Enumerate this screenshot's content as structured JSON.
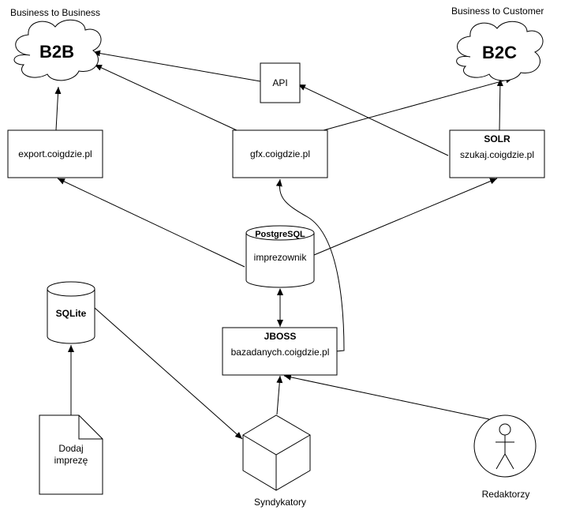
{
  "diagram": {
    "headings": {
      "b2b": "Business to Business",
      "b2c": "Business to Customer"
    },
    "clouds": {
      "b2b": "B2B",
      "b2c": "B2C"
    },
    "boxes": {
      "api": "API",
      "export": "export.coigdzie.pl",
      "gfx": "gfx.coigdzie.pl",
      "solr_title": "SOLR",
      "solr": "szukaj.coigdzie.pl",
      "jboss_title": "JBOSS",
      "jboss": "bazadanych.coigdzie.pl"
    },
    "databases": {
      "postgres_title": "PostgreSQL",
      "postgres": "imprezownik",
      "sqlite_title": "SQLite"
    },
    "document": {
      "line1": "Dodaj",
      "line2": "imprezę"
    },
    "cube_label": "Syndykatory",
    "actor_label": "Redaktorzy"
  }
}
